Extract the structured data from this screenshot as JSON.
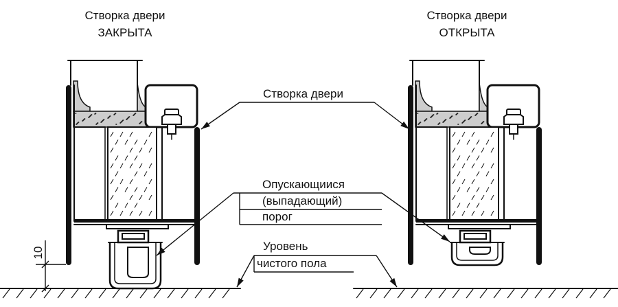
{
  "diagram": {
    "left_title": {
      "line1": "Створка двери",
      "line2": "ЗАКРЫТА"
    },
    "right_title": {
      "line1": "Створка двери",
      "line2": "ОТКРЫТА"
    },
    "sash_label": "Створка двери",
    "threshold_label": [
      "Опускающиися",
      "(выпадающий)",
      "порог"
    ],
    "floor_label": [
      "Уровень",
      "чистого пола"
    ],
    "dimension": "10"
  },
  "colors": {
    "line": "#111111",
    "seal": "#cdcdcd",
    "background": "#ffffff"
  }
}
